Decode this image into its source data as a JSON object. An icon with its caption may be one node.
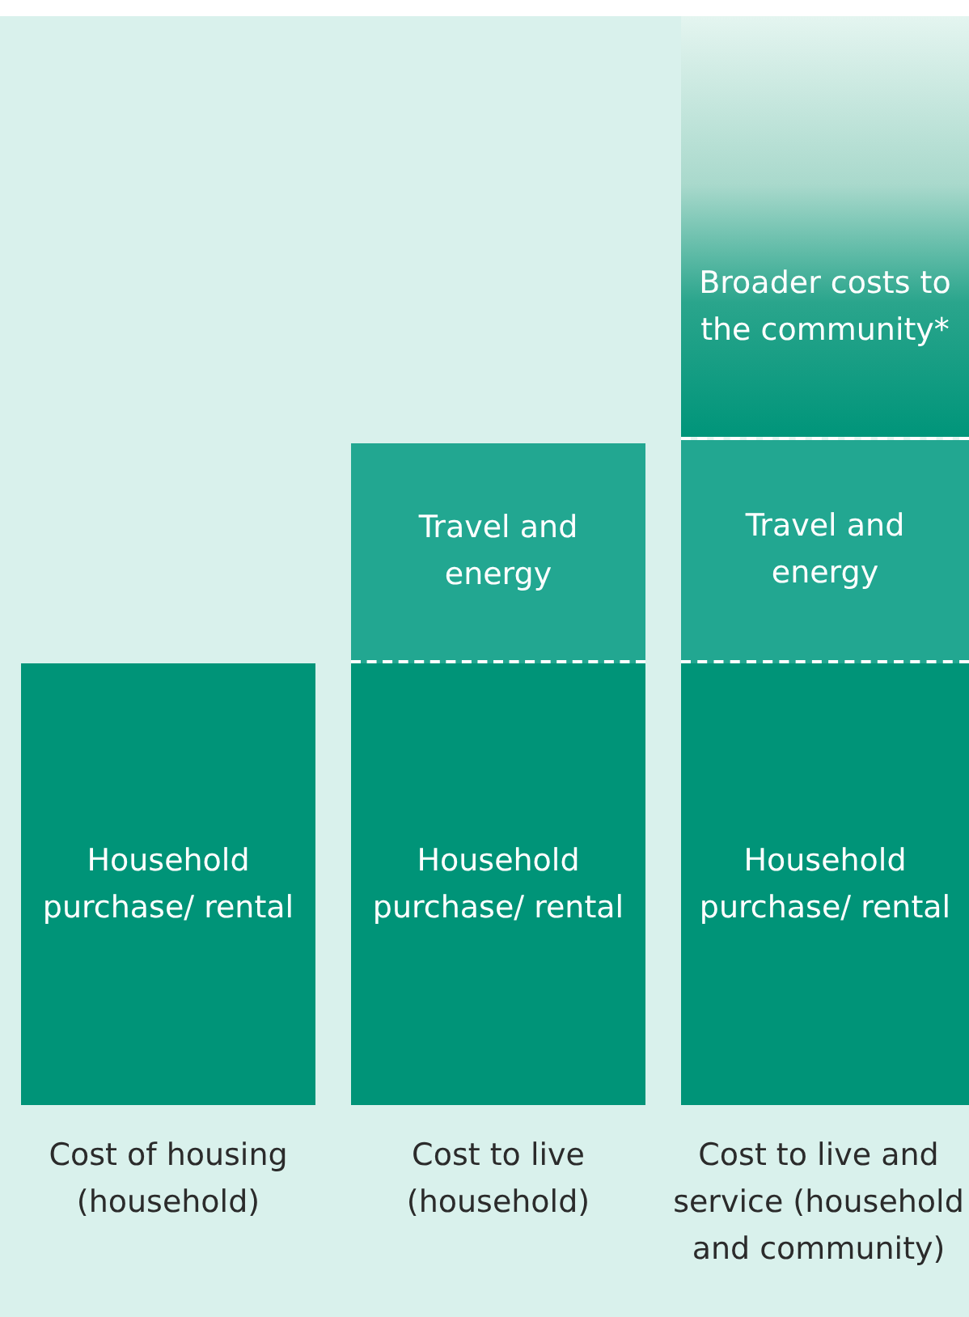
{
  "diagram": {
    "nodes": [
      {
        "text": [
          "Household purchase/ rental"
        ]
      },
      {
        "text": [
          "Travel and energy"
        ]
      },
      {
        "text": [
          "Household purchase/ rental"
        ]
      },
      {
        "text": [
          "Broader costs to the community*"
        ]
      },
      {
        "text": [
          "Travel and energy"
        ]
      },
      {
        "text": [
          "Household purchase/ rental"
        ]
      }
    ],
    "labels": [
      "Cost of housing (household)",
      "Cost to live (household)",
      "Cost to live and service (household and community)"
    ]
  }
}
